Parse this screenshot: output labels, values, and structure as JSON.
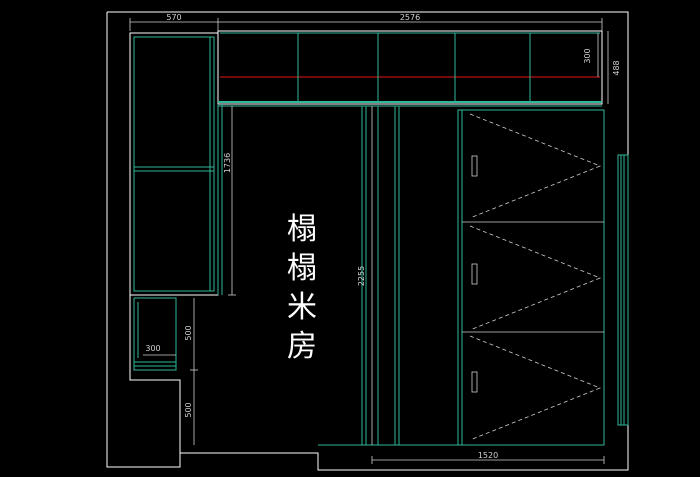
{
  "drawing": {
    "dimensions": {
      "top_left_width": "570",
      "top_right_width": "2576",
      "upper_cabinet_depth": "300",
      "upper_cabinet_height": "488",
      "left_cabinet_height": "1736",
      "center_height": "2255",
      "lower_left_width": "300",
      "lower_left_upper": "500",
      "lower_left_lower": "500",
      "bottom_width": "1520"
    },
    "room_label": [
      "榻",
      "榻",
      "米",
      "房"
    ]
  }
}
